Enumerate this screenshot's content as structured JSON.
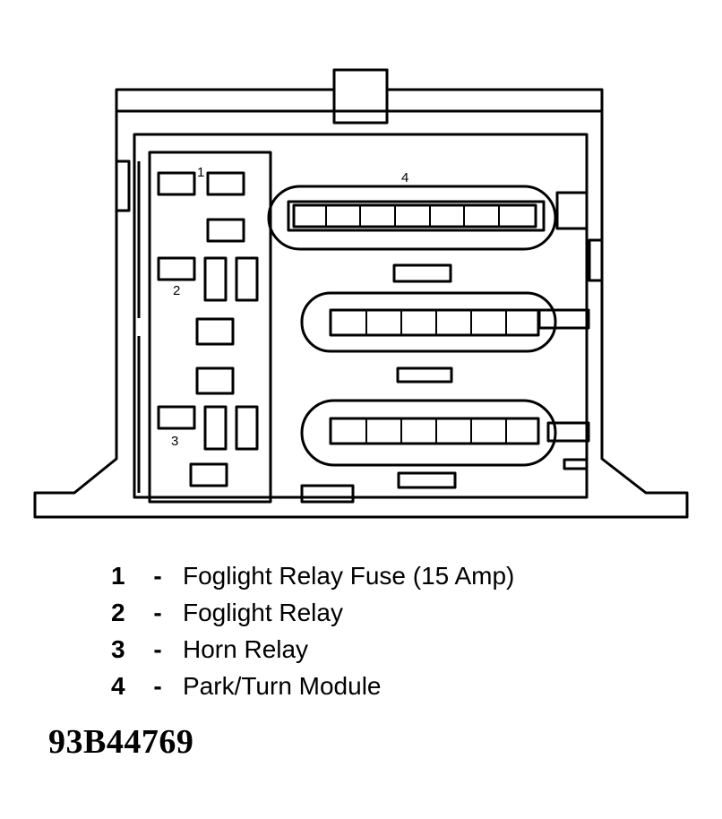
{
  "diagram": {
    "callouts": {
      "c1": "1",
      "c2": "2",
      "c3": "3",
      "c4": "4"
    }
  },
  "legend": [
    {
      "num": "1",
      "dash": "-",
      "text": "Foglight Relay Fuse (15 Amp)"
    },
    {
      "num": "2",
      "dash": "-",
      "text": "Foglight Relay"
    },
    {
      "num": "3",
      "dash": "-",
      "text": "Horn Relay"
    },
    {
      "num": "4",
      "dash": "-",
      "text": "Park/Turn Module"
    }
  ],
  "figure_id": "93B44769"
}
